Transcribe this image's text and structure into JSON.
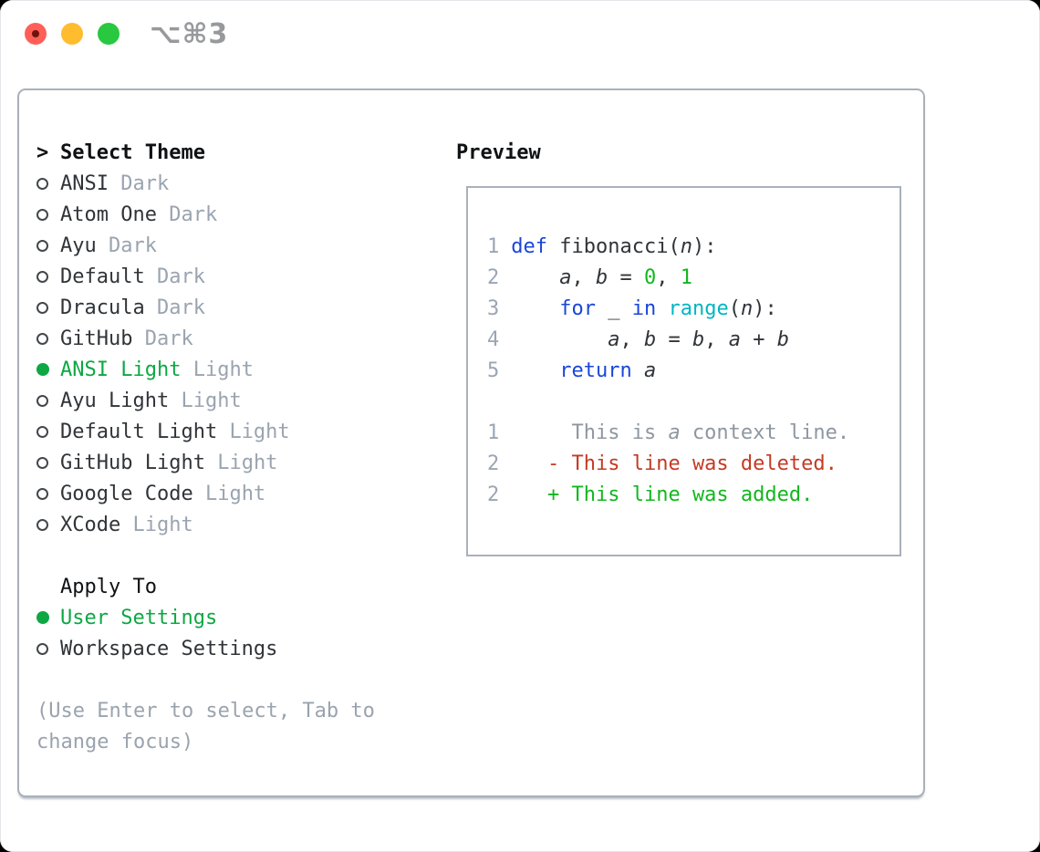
{
  "window": {
    "shortcut": "⌥⌘3",
    "traffic_lights": [
      "close",
      "minimize",
      "zoom"
    ]
  },
  "colors": {
    "selection_green": "#0da843",
    "keyword_blue": "#1a46d8",
    "builtin_cyan": "#00b5c4",
    "number_green": "#12b71f",
    "added_green": "#12b71f",
    "deleted_red": "#c43a24",
    "context_gray": "#8e97a1",
    "line_number_gray": "#9aa5b5",
    "muted_gray": "#9aa4b0",
    "text": "#303438",
    "border_gray": "#a9b1ba",
    "traffic_red": "#ff5f57",
    "traffic_yellow": "#febc2e",
    "traffic_green": "#28c840"
  },
  "theme_list": {
    "prompt": ">",
    "header": "Select Theme",
    "items": [
      {
        "name": "ANSI",
        "variant": "Dark",
        "selected": false
      },
      {
        "name": "Atom One",
        "variant": "Dark",
        "selected": false
      },
      {
        "name": "Ayu",
        "variant": "Dark",
        "selected": false
      },
      {
        "name": "Default",
        "variant": "Dark",
        "selected": false
      },
      {
        "name": "Dracula",
        "variant": "Dark",
        "selected": false
      },
      {
        "name": "GitHub",
        "variant": "Dark",
        "selected": false
      },
      {
        "name": "ANSI Light",
        "variant": "Light",
        "selected": true
      },
      {
        "name": "Ayu Light",
        "variant": "Light",
        "selected": false
      },
      {
        "name": "Default Light",
        "variant": "Light",
        "selected": false
      },
      {
        "name": "GitHub Light",
        "variant": "Light",
        "selected": false
      },
      {
        "name": "Google Code",
        "variant": "Light",
        "selected": false
      },
      {
        "name": "XCode",
        "variant": "Light",
        "selected": false
      }
    ]
  },
  "apply_to": {
    "header": "Apply To",
    "options": [
      {
        "label": "User Settings",
        "selected": true
      },
      {
        "label": "Workspace Settings",
        "selected": false
      }
    ]
  },
  "hint": {
    "line1": "(Use Enter to select, Tab to",
    "line2": "change focus)"
  },
  "preview": {
    "header": "Preview",
    "code_lines": [
      {
        "num": "1",
        "tokens": [
          {
            "t": "def",
            "s": "kw"
          },
          {
            "t": " fibonacci(",
            "s": "plain"
          },
          {
            "t": "n",
            "s": "var"
          },
          {
            "t": "):",
            "s": "plain"
          }
        ]
      },
      {
        "num": "2",
        "tokens": [
          {
            "t": "    ",
            "s": "plain"
          },
          {
            "t": "a",
            "s": "var"
          },
          {
            "t": ", ",
            "s": "plain"
          },
          {
            "t": "b",
            "s": "var"
          },
          {
            "t": " = ",
            "s": "plain"
          },
          {
            "t": "0",
            "s": "num"
          },
          {
            "t": ", ",
            "s": "plain"
          },
          {
            "t": "1",
            "s": "num"
          }
        ]
      },
      {
        "num": "3",
        "tokens": [
          {
            "t": "    ",
            "s": "plain"
          },
          {
            "t": "for",
            "s": "kw"
          },
          {
            "t": " _ ",
            "s": "plain"
          },
          {
            "t": "in",
            "s": "kw"
          },
          {
            "t": " ",
            "s": "plain"
          },
          {
            "t": "range",
            "s": "builtin"
          },
          {
            "t": "(",
            "s": "plain"
          },
          {
            "t": "n",
            "s": "var"
          },
          {
            "t": "):",
            "s": "plain"
          }
        ]
      },
      {
        "num": "4",
        "tokens": [
          {
            "t": "        ",
            "s": "plain"
          },
          {
            "t": "a",
            "s": "var"
          },
          {
            "t": ", ",
            "s": "plain"
          },
          {
            "t": "b",
            "s": "var"
          },
          {
            "t": " = ",
            "s": "plain"
          },
          {
            "t": "b",
            "s": "var"
          },
          {
            "t": ", ",
            "s": "plain"
          },
          {
            "t": "a",
            "s": "var"
          },
          {
            "t": " + ",
            "s": "plain"
          },
          {
            "t": "b",
            "s": "var"
          }
        ]
      },
      {
        "num": "5",
        "tokens": [
          {
            "t": "    ",
            "s": "plain"
          },
          {
            "t": "return",
            "s": "kw"
          },
          {
            "t": " ",
            "s": "plain"
          },
          {
            "t": "a",
            "s": "var"
          }
        ]
      }
    ],
    "diff_lines": [
      {
        "num": "1",
        "tokens": [
          {
            "t": "     This is ",
            "s": "ctx"
          },
          {
            "t": "a",
            "s": "ctxv"
          },
          {
            "t": " context line.",
            "s": "ctx"
          }
        ]
      },
      {
        "num": "2",
        "tokens": [
          {
            "t": "   ",
            "s": "plain"
          },
          {
            "t": "- This line was deleted.",
            "s": "del"
          }
        ]
      },
      {
        "num": "2",
        "tokens": [
          {
            "t": "   ",
            "s": "plain"
          },
          {
            "t": "+ This line was added.",
            "s": "add"
          }
        ]
      }
    ]
  }
}
